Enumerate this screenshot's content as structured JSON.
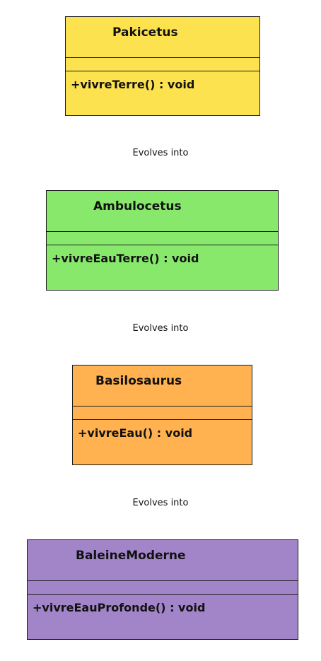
{
  "classes": [
    {
      "name": "Pakicetus",
      "method": "+vivreTerre() : void",
      "color": "#fde24f"
    },
    {
      "name": "Ambulocetus",
      "method": "+vivreEauTerre() : void",
      "color": "#87e86b"
    },
    {
      "name": "Basilosaurus",
      "method": "+vivreEau() : void",
      "color": "#ffb24f"
    },
    {
      "name": "BaleineModerne",
      "method": "+vivreEauProfonde() : void",
      "color": "#a285c9"
    }
  ],
  "relations": [
    {
      "label": "Evolves into"
    },
    {
      "label": "Evolves into"
    },
    {
      "label": "Evolves into"
    }
  ]
}
